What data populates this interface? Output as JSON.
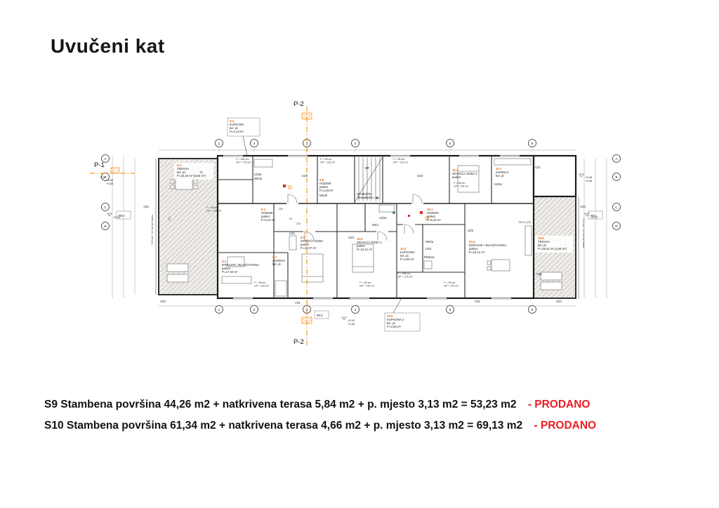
{
  "title": "Uvučeni kat",
  "colors": {
    "accent": "#F7941D",
    "sold": "#EC1C24"
  },
  "sections": {
    "p1": "P-1",
    "p2": "P-2"
  },
  "axes": {
    "top": [
      "1",
      "2",
      "3",
      "4",
      "5",
      "6"
    ],
    "left": [
      "A",
      "B",
      "C",
      "D"
    ]
  },
  "rooms": [
    {
      "id": "9.4",
      "name": "TERASA",
      "finish": "ker. pl.",
      "area": "P=23,34 m² (5,84 m²)"
    },
    {
      "id": "9.3",
      "name": "KUPAONA",
      "finish": "ker. pl.",
      "area": "P=4,13 m²"
    },
    {
      "id": "9.6",
      "name": "HODNIK",
      "finish": "parket",
      "area": "P=3,28 m²"
    },
    {
      "id": "",
      "name": "STUBIŠTE",
      "finish": "",
      "area": "P=6,36 m²"
    },
    {
      "id": "10.3",
      "name": "SPAVAĆA SOBA 2",
      "finish": "parket",
      "area": ""
    },
    {
      "id": "10.7",
      "name": "KUHINJA",
      "finish": "ker. pl.",
      "area": ""
    },
    {
      "id": "9.1",
      "name": "HODNIK",
      "finish": "parket",
      "area": "P=5,22 m²"
    },
    {
      "id": "9.5",
      "name": "SPAVAĆA SOBA",
      "finish": "parket",
      "area": "P=13,07 m²"
    },
    {
      "id": "10.5",
      "name": "SPAVAĆA SOBA 1",
      "finish": "parket",
      "area": "P=13,41 m²"
    },
    {
      "id": "10.1",
      "name": "HODNIK",
      "finish": "parket",
      "area": "P=5,42 m²"
    },
    {
      "id": "10.2",
      "name": "KUPAONA",
      "finish": "ker. pl.",
      "area": "P=4,60 m²"
    },
    {
      "id": "9.2",
      "name": "BORAVAK I BLAGOVAONA",
      "finish": "parket",
      "area": "P=17,94 m²"
    },
    {
      "id": "9.7",
      "name": "KUHINJA",
      "finish": "ker. pl.",
      "area": ""
    },
    {
      "id": "10.4",
      "name": "BORAVAK I BLAGOVAONA",
      "finish": "parket",
      "area": "P=22,12 m²"
    },
    {
      "id": "10.6",
      "name": "TERASA",
      "finish": "ker. pl.",
      "area": "P=18,63 m² (4,66 m²)"
    },
    {
      "id": "10.8",
      "name": "KUPAONA 2",
      "finish": "ker. pl.",
      "area": "P=3,06 m²"
    }
  ],
  "tags": {
    "t1": "T1",
    "st": "ST",
    "uz1": "UZ1",
    "uz2": "UZ2",
    "uz3": "UZ3",
    "uz4": "UZ4",
    "uz2a": "UZ2a",
    "uz3a": "UZ3a",
    "mk2": "MK2",
    "mk2a": "MK2a",
    "mk2b": "MK2b",
    "rmk2a": "RMK2a",
    "vz1": "VZ1",
    "vz2": "VZ2",
    "vz4": "VZ4",
    "rk3": "RK3"
  },
  "windows": {
    "w98": {
      "f": "F = 98 cm",
      "gp": "GP = 115 cm"
    },
    "w158": {
      "f": "F = 158 cm",
      "gp": "GP = 175 cm"
    },
    "w96": {
      "f": "F = 96 cm",
      "gp": "GP = 115 cm"
    }
  },
  "elevations": {
    "e896": "+8,96",
    "e688": "+6,88",
    "e893": "+8,93",
    "e693": "+6,93"
  },
  "dims": {
    "d772": "772",
    "d215": "215",
    "d90": "90",
    "d200": "200",
    "d240": "240+6 (2P)",
    "side_note": "+ 55 cm + 40 cm zid staklo"
  },
  "summary": [
    {
      "text": "S9 Stambena površina 44,26 m2 + natkrivena terasa 5,84 m2 + p. mjesto 3,13 m2 = 53,23 m2",
      "status": "- PRODANO"
    },
    {
      "text": "S10 Stambena površina 61,34 m2 + natkrivena terasa 4,66 m2 + p. mjesto 3,13 m2 = 69,13 m2",
      "status": "- PRODANO"
    }
  ]
}
